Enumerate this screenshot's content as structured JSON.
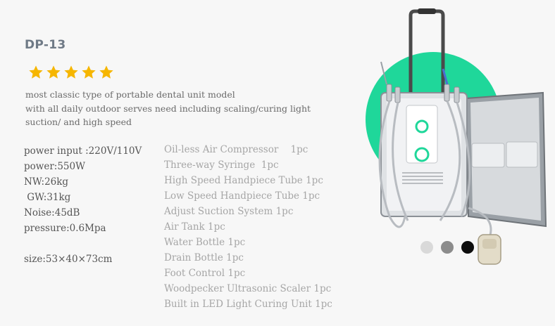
{
  "product": {
    "title": "DP-13",
    "rating": 5,
    "description": [
      "most classic type of portable dental unit model",
      "with all daily outdoor serves need including scaling/curing light",
      "suction/ and high speed"
    ],
    "specs": [
      "power input :220V/110V",
      "power:550W",
      "NW:26kg",
      " GW:31kg",
      "Noise:45dB",
      "pressure:0.6Mpa",
      "",
      "size:53×40×73cm"
    ],
    "included_items": [
      "Oil-less Air Compressor    1pc",
      "Three-way Syringe  1pc",
      "High Speed Handpiece Tube 1pc",
      "Low Speed Handpiece Tube 1pc",
      "Adjust Suction System 1pc",
      "Air Tank 1pc",
      "Water Bottle 1pc",
      "Drain Bottle 1pc",
      "Foot Control 1pc",
      "Woodpecker Ultrasonic Scaler 1pc",
      "Built in LED Light Curing Unit 1pc"
    ],
    "color_swatches": [
      "#d9d9d9",
      "#8c8c8c",
      "#0d0d0d"
    ],
    "accent_color": "#1fd79a",
    "star_color": "#f6b600"
  }
}
